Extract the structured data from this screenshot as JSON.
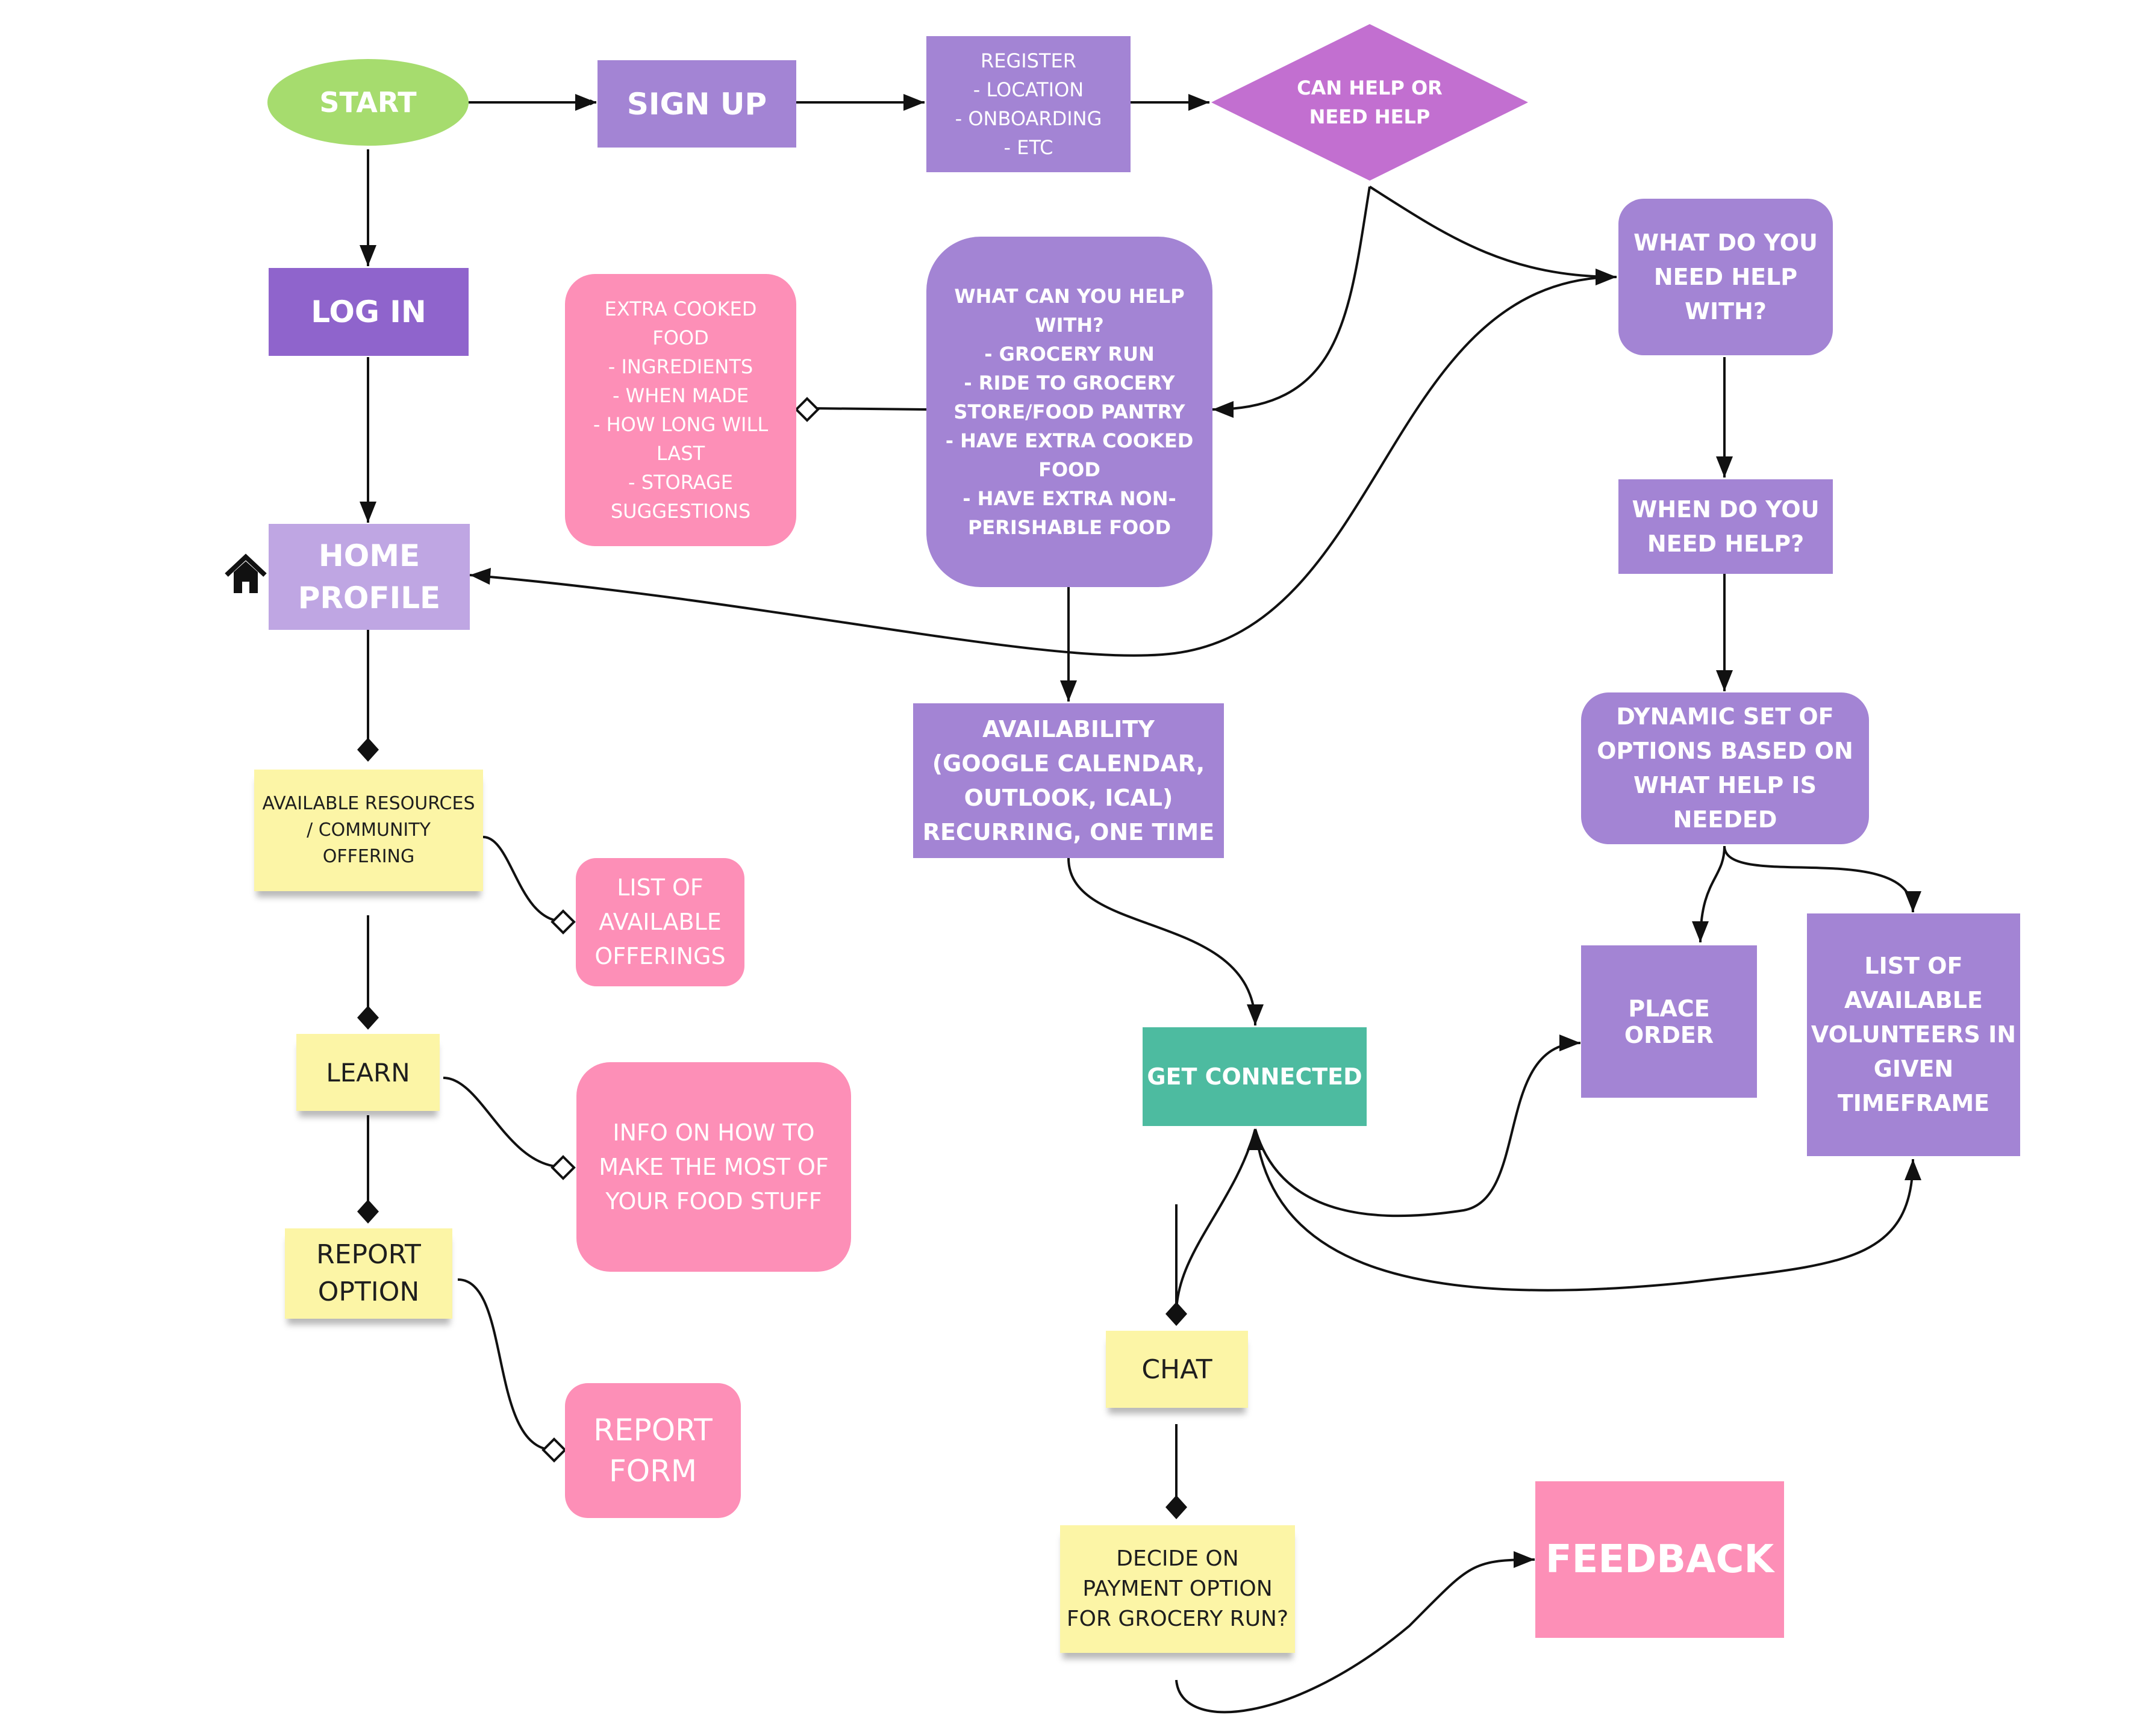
{
  "nodes": {
    "start": "START",
    "sign_up": "SIGN UP",
    "register": "REGISTER\n- LOCATION\n- ONBOARDING\n- ETC",
    "can_help": "CAN HELP OR\nNEED HELP",
    "log_in": "LOG IN",
    "home_profile": "HOME\nPROFILE",
    "extra_food": "EXTRA COOKED\nFOOD\n- INGREDIENTS\n- WHEN MADE\n- HOW LONG WILL\nLAST\n- STORAGE\nSUGGESTIONS",
    "what_can_help": "WHAT CAN YOU HELP\nWITH?\n- GROCERY RUN\n- RIDE TO GROCERY\nSTORE/FOOD PANTRY\n- HAVE EXTRA COOKED\nFOOD\n- HAVE EXTRA NON-\nPERISHABLE FOOD",
    "what_need_help": "WHAT DO YOU\nNEED HELP\nWITH?",
    "when_need_help": "WHEN DO YOU\nNEED HELP?",
    "available_resources": "AVAILABLE RESOURCES\n/ COMMUNITY\nOFFERING",
    "list_offerings": "LIST OF\nAVAILABLE\nOFFERINGS",
    "availability": "AVAILABILITY\n(GOOGLE CALENDAR,\nOUTLOOK, ICAL)\nRECURRING, ONE TIME",
    "dynamic_set": "DYNAMIC SET OF\nOPTIONS BASED ON\nWHAT HELP IS NEEDED",
    "learn": "LEARN",
    "info_food": "INFO ON HOW TO\nMAKE THE MOST OF\nYOUR FOOD STUFF",
    "get_connected": "GET CONNECTED",
    "place_order": "PLACE ORDER",
    "list_volunteers": "LIST OF\nAVAILABLE\nVOLUNTEERS IN\nGIVEN\nTIMEFRAME",
    "report_option": "REPORT\nOPTION",
    "report_form": "REPORT\nFORM",
    "chat": "CHAT",
    "decide_payment": "DECIDE ON\nPAYMENT OPTION\nFOR GROCERY RUN?",
    "feedback": "FEEDBACK"
  },
  "colors": {
    "start_green": "#a6dc6e",
    "purple": "#a384d4",
    "purple_dark": "#8f64cc",
    "lavender": "#bfa6e3",
    "diamond_purple": "#c26fd0",
    "pink": "#fd8fb7",
    "yellow_note": "#fcf5a6",
    "teal": "#4dbba0",
    "line": "#111111"
  },
  "icons": [
    "home-icon"
  ]
}
